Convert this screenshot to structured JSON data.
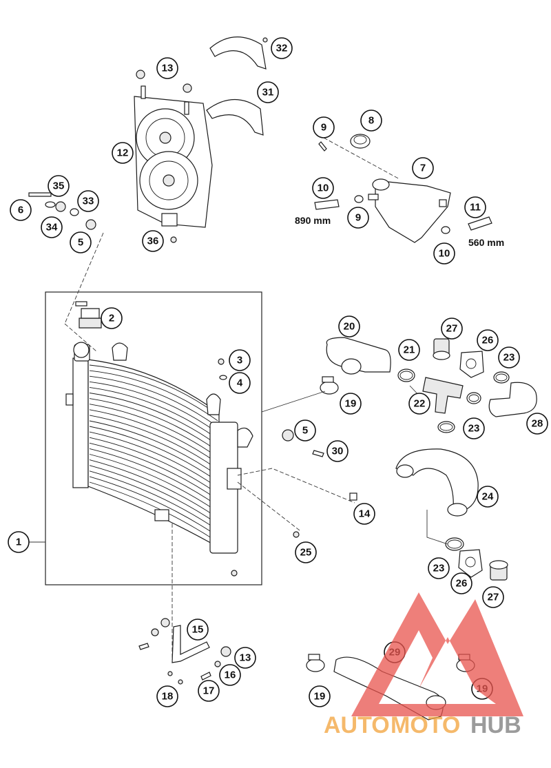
{
  "callouts": [
    {
      "n": "1"
    },
    {
      "n": "2"
    },
    {
      "n": "3"
    },
    {
      "n": "4"
    },
    {
      "n": "5"
    },
    {
      "n": "5"
    },
    {
      "n": "6"
    },
    {
      "n": "7"
    },
    {
      "n": "8"
    },
    {
      "n": "9"
    },
    {
      "n": "9"
    },
    {
      "n": "10"
    },
    {
      "n": "10"
    },
    {
      "n": "11"
    },
    {
      "n": "12"
    },
    {
      "n": "13"
    },
    {
      "n": "13"
    },
    {
      "n": "14"
    },
    {
      "n": "15"
    },
    {
      "n": "16"
    },
    {
      "n": "17"
    },
    {
      "n": "18"
    },
    {
      "n": "19"
    },
    {
      "n": "19"
    },
    {
      "n": "19"
    },
    {
      "n": "20"
    },
    {
      "n": "21"
    },
    {
      "n": "22"
    },
    {
      "n": "23"
    },
    {
      "n": "23"
    },
    {
      "n": "23"
    },
    {
      "n": "24"
    },
    {
      "n": "25"
    },
    {
      "n": "26"
    },
    {
      "n": "26"
    },
    {
      "n": "27"
    },
    {
      "n": "27"
    },
    {
      "n": "28"
    },
    {
      "n": "29"
    },
    {
      "n": "30"
    },
    {
      "n": "31"
    },
    {
      "n": "32"
    },
    {
      "n": "33"
    },
    {
      "n": "34"
    },
    {
      "n": "35"
    },
    {
      "n": "36"
    }
  ],
  "measurements": {
    "hose_left": "890 mm",
    "hose_right": "560 mm"
  },
  "watermark": {
    "text_auto": "AUTO",
    "text_moto": "MOTO",
    "text_hub": "HUB",
    "color_red": "#e8544e",
    "color_orange": "#f2a23a",
    "color_grey": "#7a7a7a"
  }
}
